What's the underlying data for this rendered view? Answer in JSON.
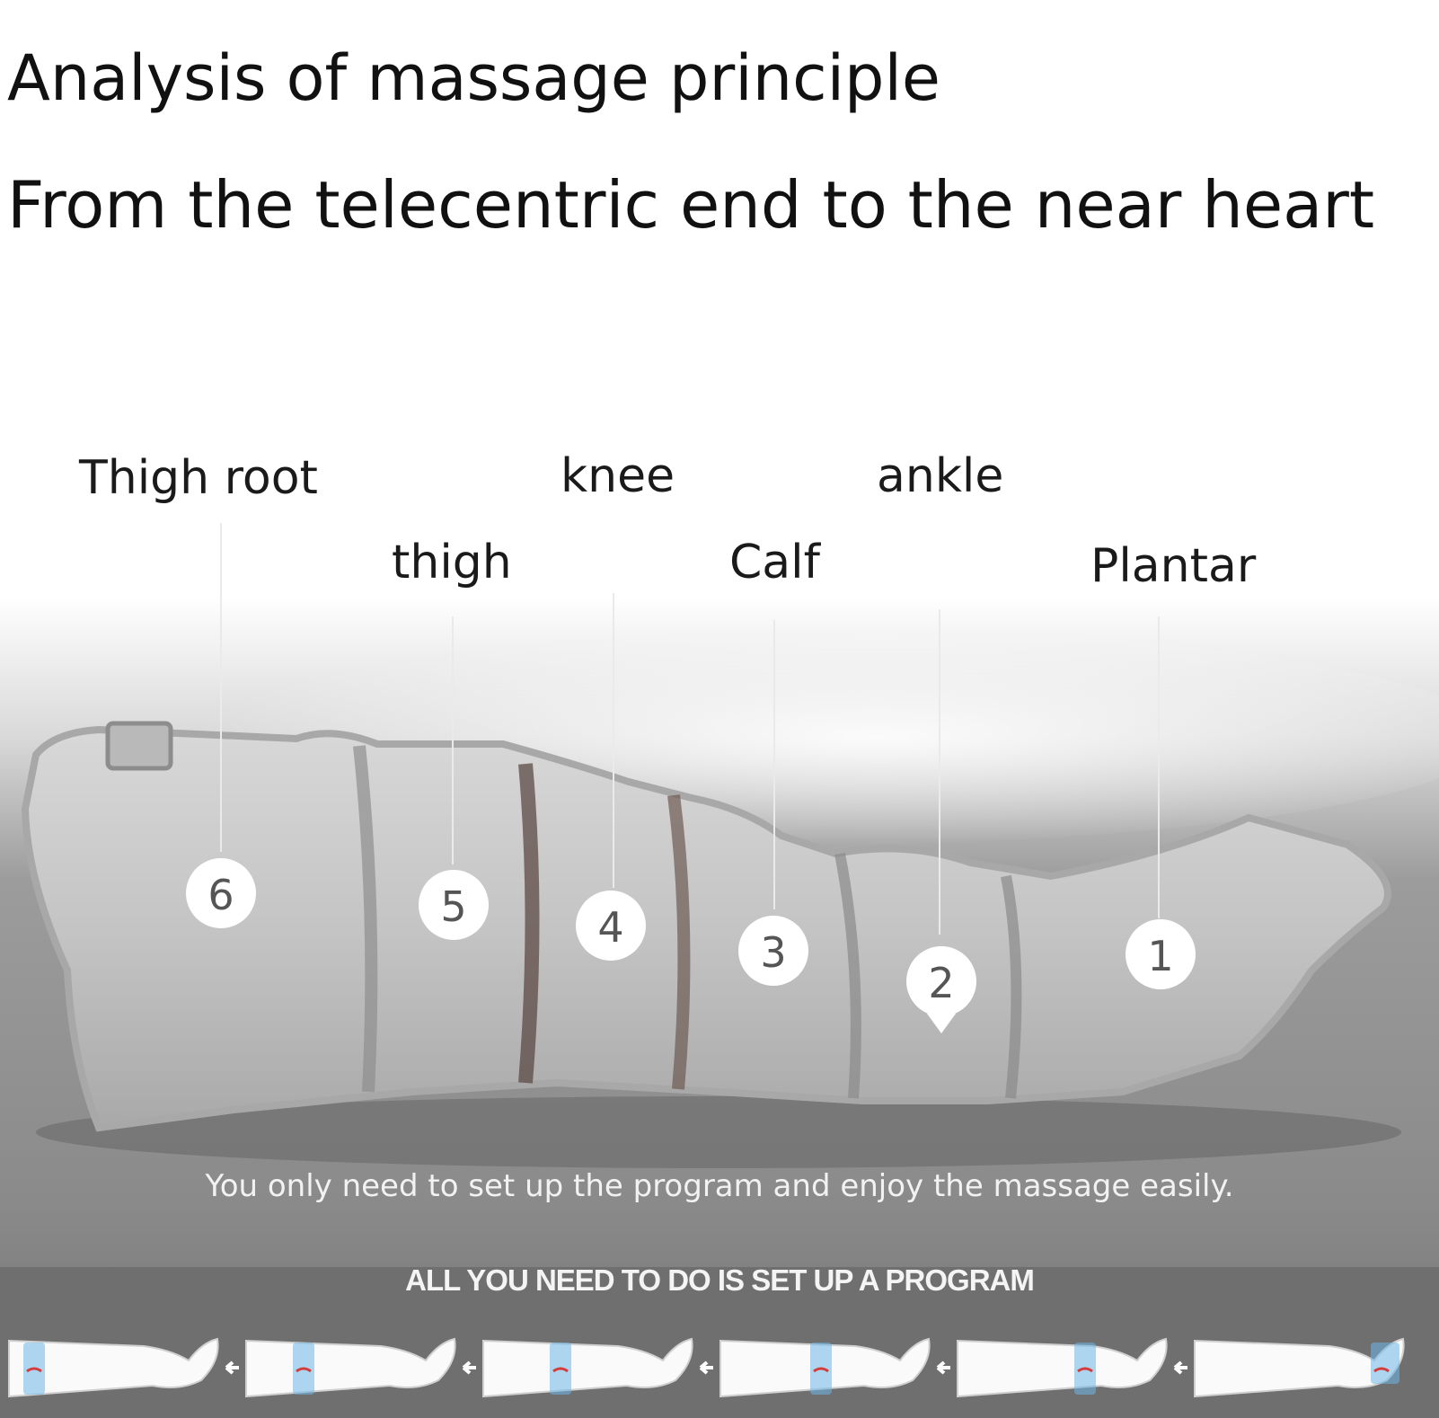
{
  "heading": {
    "line1": "Analysis of massage principle",
    "line2": "From the telecentric end to the near heart"
  },
  "zones": [
    {
      "number": "6",
      "label": "Thigh root"
    },
    {
      "number": "5",
      "label": "thigh"
    },
    {
      "number": "4",
      "label": "knee"
    },
    {
      "number": "3",
      "label": "Calf"
    },
    {
      "number": "2",
      "label": "ankle"
    },
    {
      "number": "1",
      "label": "Plantar"
    }
  ],
  "caption": "You only need to set up the program and enjoy the massage easily.",
  "program": {
    "title": "ALL YOU NEED TO DO IS SET UP A PROGRAM",
    "step_count": 6
  },
  "colors": {
    "sleeve": "#bdbdbd",
    "background_gray": "#7a7a7a",
    "marker_fill": "#ffffff",
    "marker_text": "#555555",
    "active_chamber": "#6fb6e6"
  }
}
